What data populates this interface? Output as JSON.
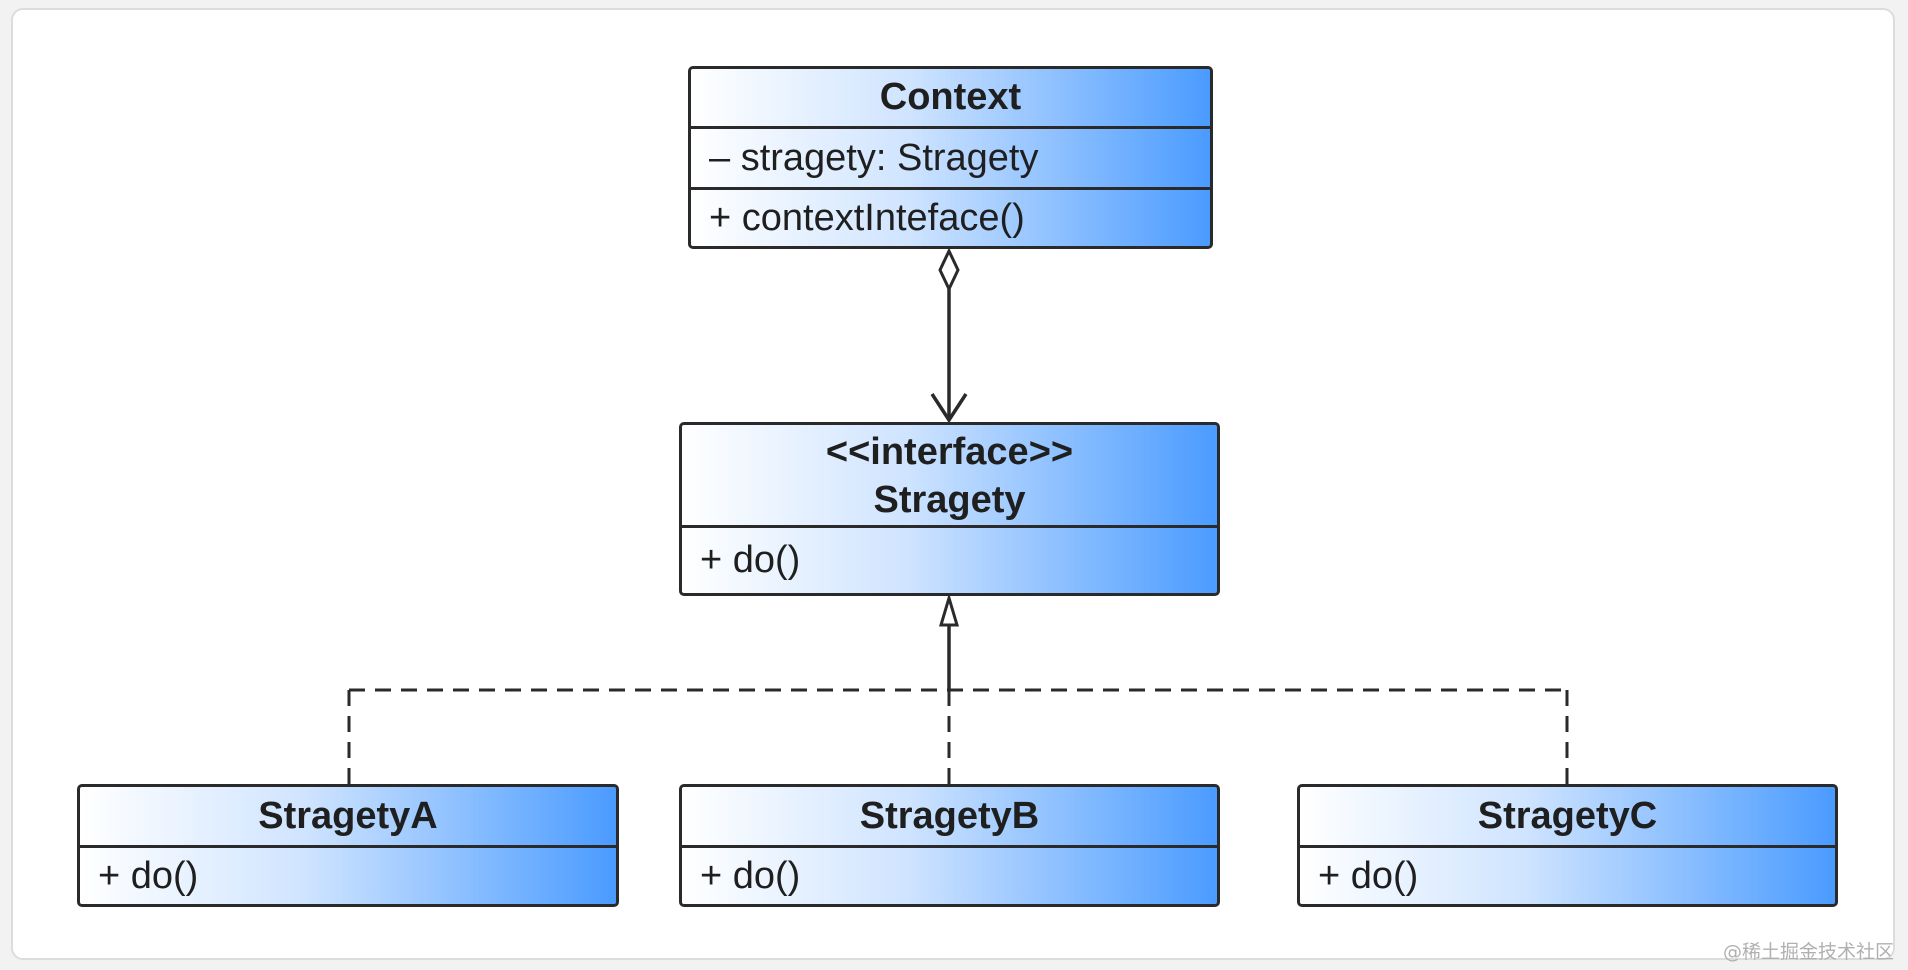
{
  "context": {
    "name": "Context",
    "attribute": "– stragety: Stragety",
    "method": "+ contextInteface()"
  },
  "interface": {
    "stereotype": "<<interface>>",
    "name": "Stragety",
    "method": "+ do()"
  },
  "implementations": [
    {
      "name": "StragetyA",
      "method": "+ do()"
    },
    {
      "name": "StragetyB",
      "method": "+ do()"
    },
    {
      "name": "StragetyC",
      "method": "+ do()"
    }
  ],
  "watermark": "@稀土掘金技术社区",
  "colors": {
    "gradient_start": "#ffffff",
    "gradient_end": "#4a9bff",
    "border": "#2a2a2a"
  }
}
